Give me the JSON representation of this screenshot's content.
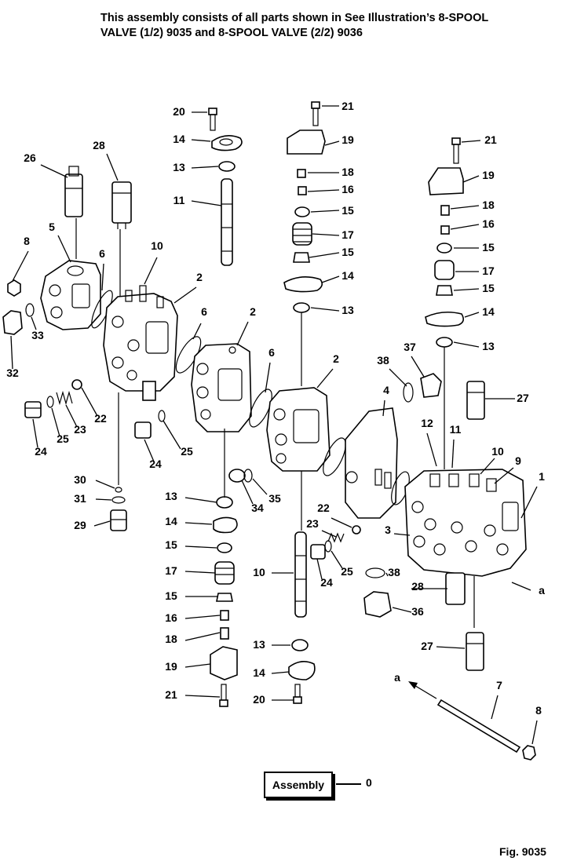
{
  "header": {
    "line1": "This assembly consists of all parts shown in See Illustration’s 8-SPOOL",
    "line2": "VALVE (1/2) 9035 and 8-SPOOL VALVE (2/2) 9036"
  },
  "assembly": {
    "label": "Assembly",
    "number": "0"
  },
  "figure": {
    "label": "Fig. 9035"
  },
  "arrow_tag": "a",
  "callouts": [
    "20",
    "14",
    "13",
    "11",
    "21",
    "19",
    "18",
    "16",
    "15",
    "17",
    "15",
    "14",
    "13",
    "21",
    "19",
    "18",
    "16",
    "15",
    "17",
    "15",
    "14",
    "13",
    "26",
    "28",
    "5",
    "8",
    "6",
    "10",
    "2",
    "33",
    "32",
    "2",
    "6",
    "2",
    "6",
    "37",
    "38",
    "27",
    "4",
    "12",
    "11",
    "10",
    "9",
    "1",
    "22",
    "23",
    "25",
    "24",
    "24",
    "25",
    "30",
    "31",
    "29",
    "13",
    "14",
    "15",
    "17",
    "15",
    "16",
    "18",
    "19",
    "21",
    "34",
    "35",
    "22",
    "23",
    "25",
    "24",
    "10",
    "13",
    "14",
    "20",
    "3",
    "a",
    "38",
    "28",
    "36",
    "27",
    "7",
    "8",
    "a"
  ]
}
